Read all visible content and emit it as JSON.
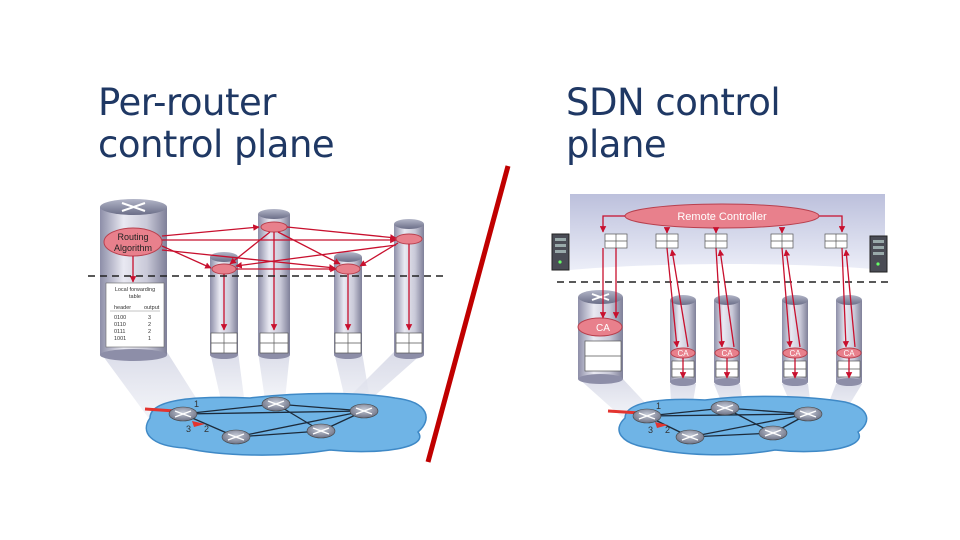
{
  "titles": {
    "left_line1": "Per-router",
    "left_line2": "control plane",
    "right_line1": "SDN control",
    "right_line2": "plane"
  },
  "left_diagram": {
    "routing_label_line1": "Routing",
    "routing_label_line2": "Algorithm",
    "table_title_line1": "Local forwarding",
    "table_title_line2": "table",
    "table_headers": [
      "header",
      "output"
    ],
    "table_rows": [
      [
        "0100",
        "3"
      ],
      [
        "0110",
        "2"
      ],
      [
        "0111",
        "2"
      ],
      [
        "1001",
        "1"
      ]
    ],
    "port_labels": [
      "1",
      "2",
      "3"
    ]
  },
  "right_diagram": {
    "controller_label": "Remote Controller",
    "ca_label": "CA",
    "port_labels": [
      "1",
      "2",
      "3"
    ]
  },
  "colors": {
    "title": "#1f3864",
    "divider": "#c00000",
    "arrow": "#c8102e",
    "controller": "#e8808c",
    "network": "#6fb4e6"
  }
}
